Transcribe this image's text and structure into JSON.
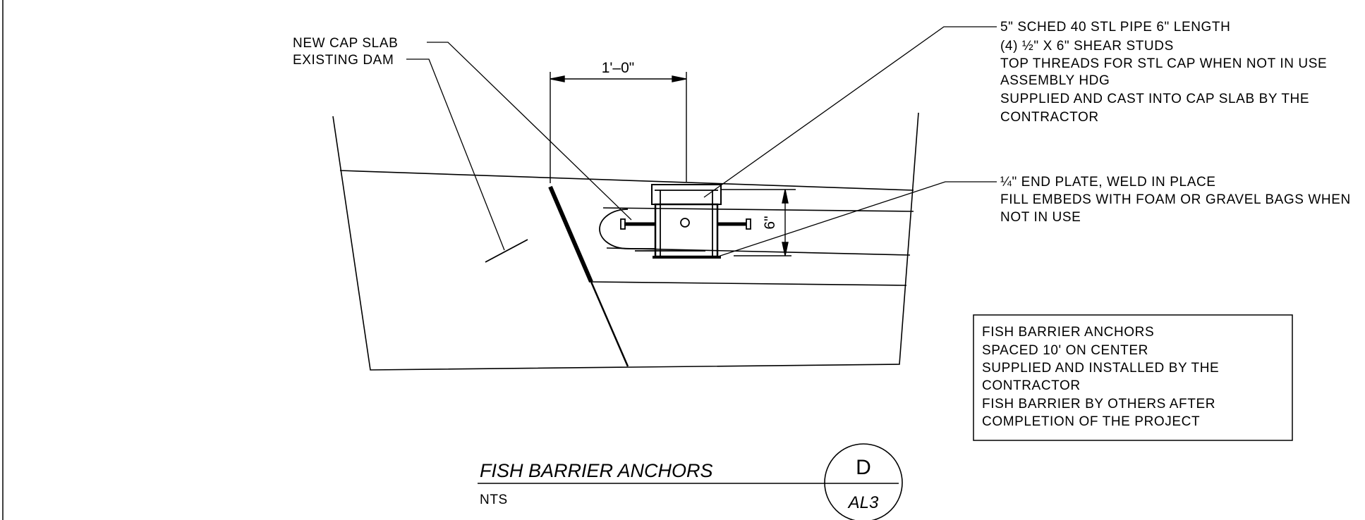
{
  "callout_pipe": [
    "5\" SCHED 40 STL PIPE 6\" LENGTH",
    "(4) ½\" X 6\" SHEAR STUDS",
    "TOP THREADS FOR STL CAP WHEN NOT IN USE",
    "ASSEMBLY HDG",
    "SUPPLIED AND CAST INTO CAP SLAB BY THE",
    "CONTRACTOR"
  ],
  "callout_plate": [
    "¼\" END PLATE, WELD IN PLACE",
    "FILL EMBEDS WITH FOAM OR GRAVEL BAGS WHEN",
    "NOT IN USE"
  ],
  "label_cap_slab": "NEW CAP SLAB",
  "label_existing_dam": "EXISTING DAM",
  "dim_width": "1'–0\"",
  "dim_height": "6\"",
  "note_box": [
    "FISH BARRIER ANCHORS",
    "SPACED 10' ON CENTER",
    "SUPPLIED AND INSTALLED BY THE",
    "CONTRACTOR",
    "FISH BARRIER BY OTHERS AFTER",
    "COMPLETION OF THE PROJECT"
  ],
  "title": "FISH BARRIER ANCHORS",
  "scale": "NTS",
  "detail_id": "D",
  "sheet_id": "AL3"
}
